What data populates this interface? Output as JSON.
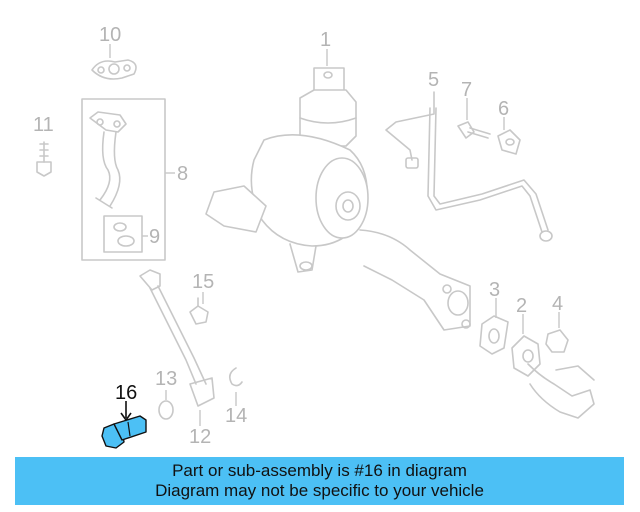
{
  "diagram": {
    "highlight_color": "#4cc0f5",
    "selected_part": "16",
    "callouts": [
      "1",
      "2",
      "3",
      "4",
      "5",
      "6",
      "7",
      "8",
      "9",
      "10",
      "11",
      "12",
      "13",
      "14",
      "15",
      "16"
    ]
  },
  "banner": {
    "line1": "Part or sub-assembly is #16 in diagram",
    "line2": "Diagram may not be specific to your vehicle",
    "background": "#4cc0f5"
  }
}
